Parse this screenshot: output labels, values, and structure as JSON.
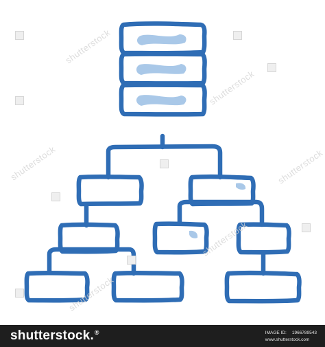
{
  "illustration": {
    "icon": "database-server-network-hierarchy-icon",
    "colors": {
      "stroke": "#2f6db5",
      "fill": "#a9c8e8",
      "background": "#ffffff"
    }
  },
  "watermark": {
    "text": "shutterstock"
  },
  "footer": {
    "brand": "shutterstock",
    "brand_mark": ".",
    "registered": "®",
    "image_id_label": "IMAGE ID:",
    "image_id": "1966789543",
    "site": "www.shutterstock.com",
    "colors": {
      "background": "#1e1e1e",
      "text": "#ffffff"
    }
  }
}
